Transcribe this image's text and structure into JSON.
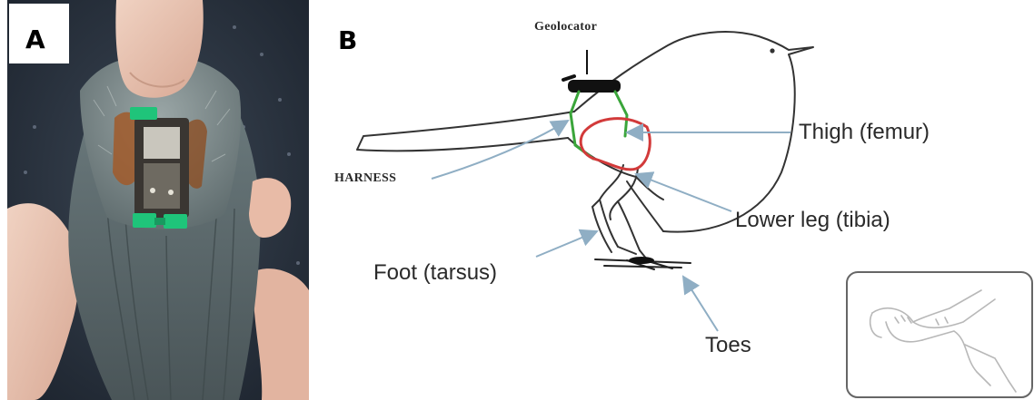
{
  "panel_a": {
    "letter": "A"
  },
  "panel_b": {
    "letter": "B",
    "labels": {
      "geolocator": "Geolocator",
      "harness": "HARNESS",
      "thigh": "Thigh (femur)",
      "lower_leg": "Lower leg (tibia)",
      "foot": "Foot (tarsus)",
      "toes": "Toes"
    }
  },
  "colors": {
    "harness_green": "#3aa53a",
    "femur_red": "#d23a3a",
    "tag_green": "#1fc47a",
    "arrow_blue": "#8faec4",
    "feather_grey": "#5d6b6e",
    "nail_polish": "#6a1e3a"
  }
}
